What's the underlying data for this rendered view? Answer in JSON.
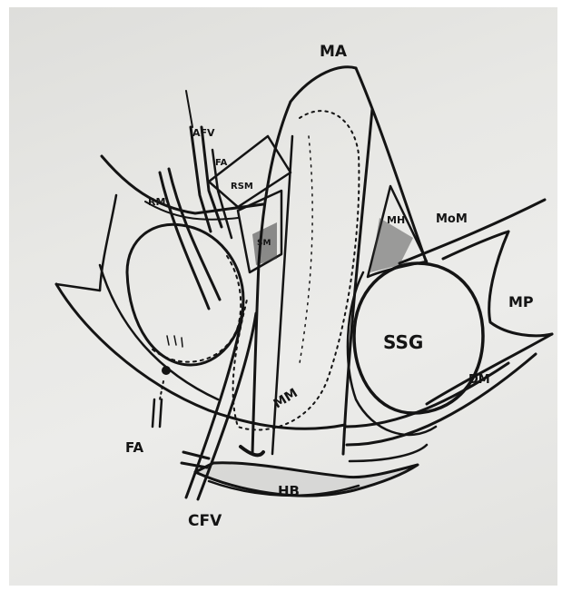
{
  "labels": {
    "ma": "MA",
    "afv": "AFV",
    "fa_top": "FA",
    "rm": "RM",
    "rsm": "RSM",
    "sm": "SM",
    "mh": "MH",
    "mom": "MoM",
    "mp": "MP",
    "ssg": "SSG",
    "dm": "DM",
    "mm": "MM",
    "fa_bottom": "FA",
    "hb": "HB",
    "cfv": "CFV"
  },
  "colors": {
    "ink": "#141414",
    "paper": "#e6e6e3",
    "shade": "#3a3a3a"
  }
}
